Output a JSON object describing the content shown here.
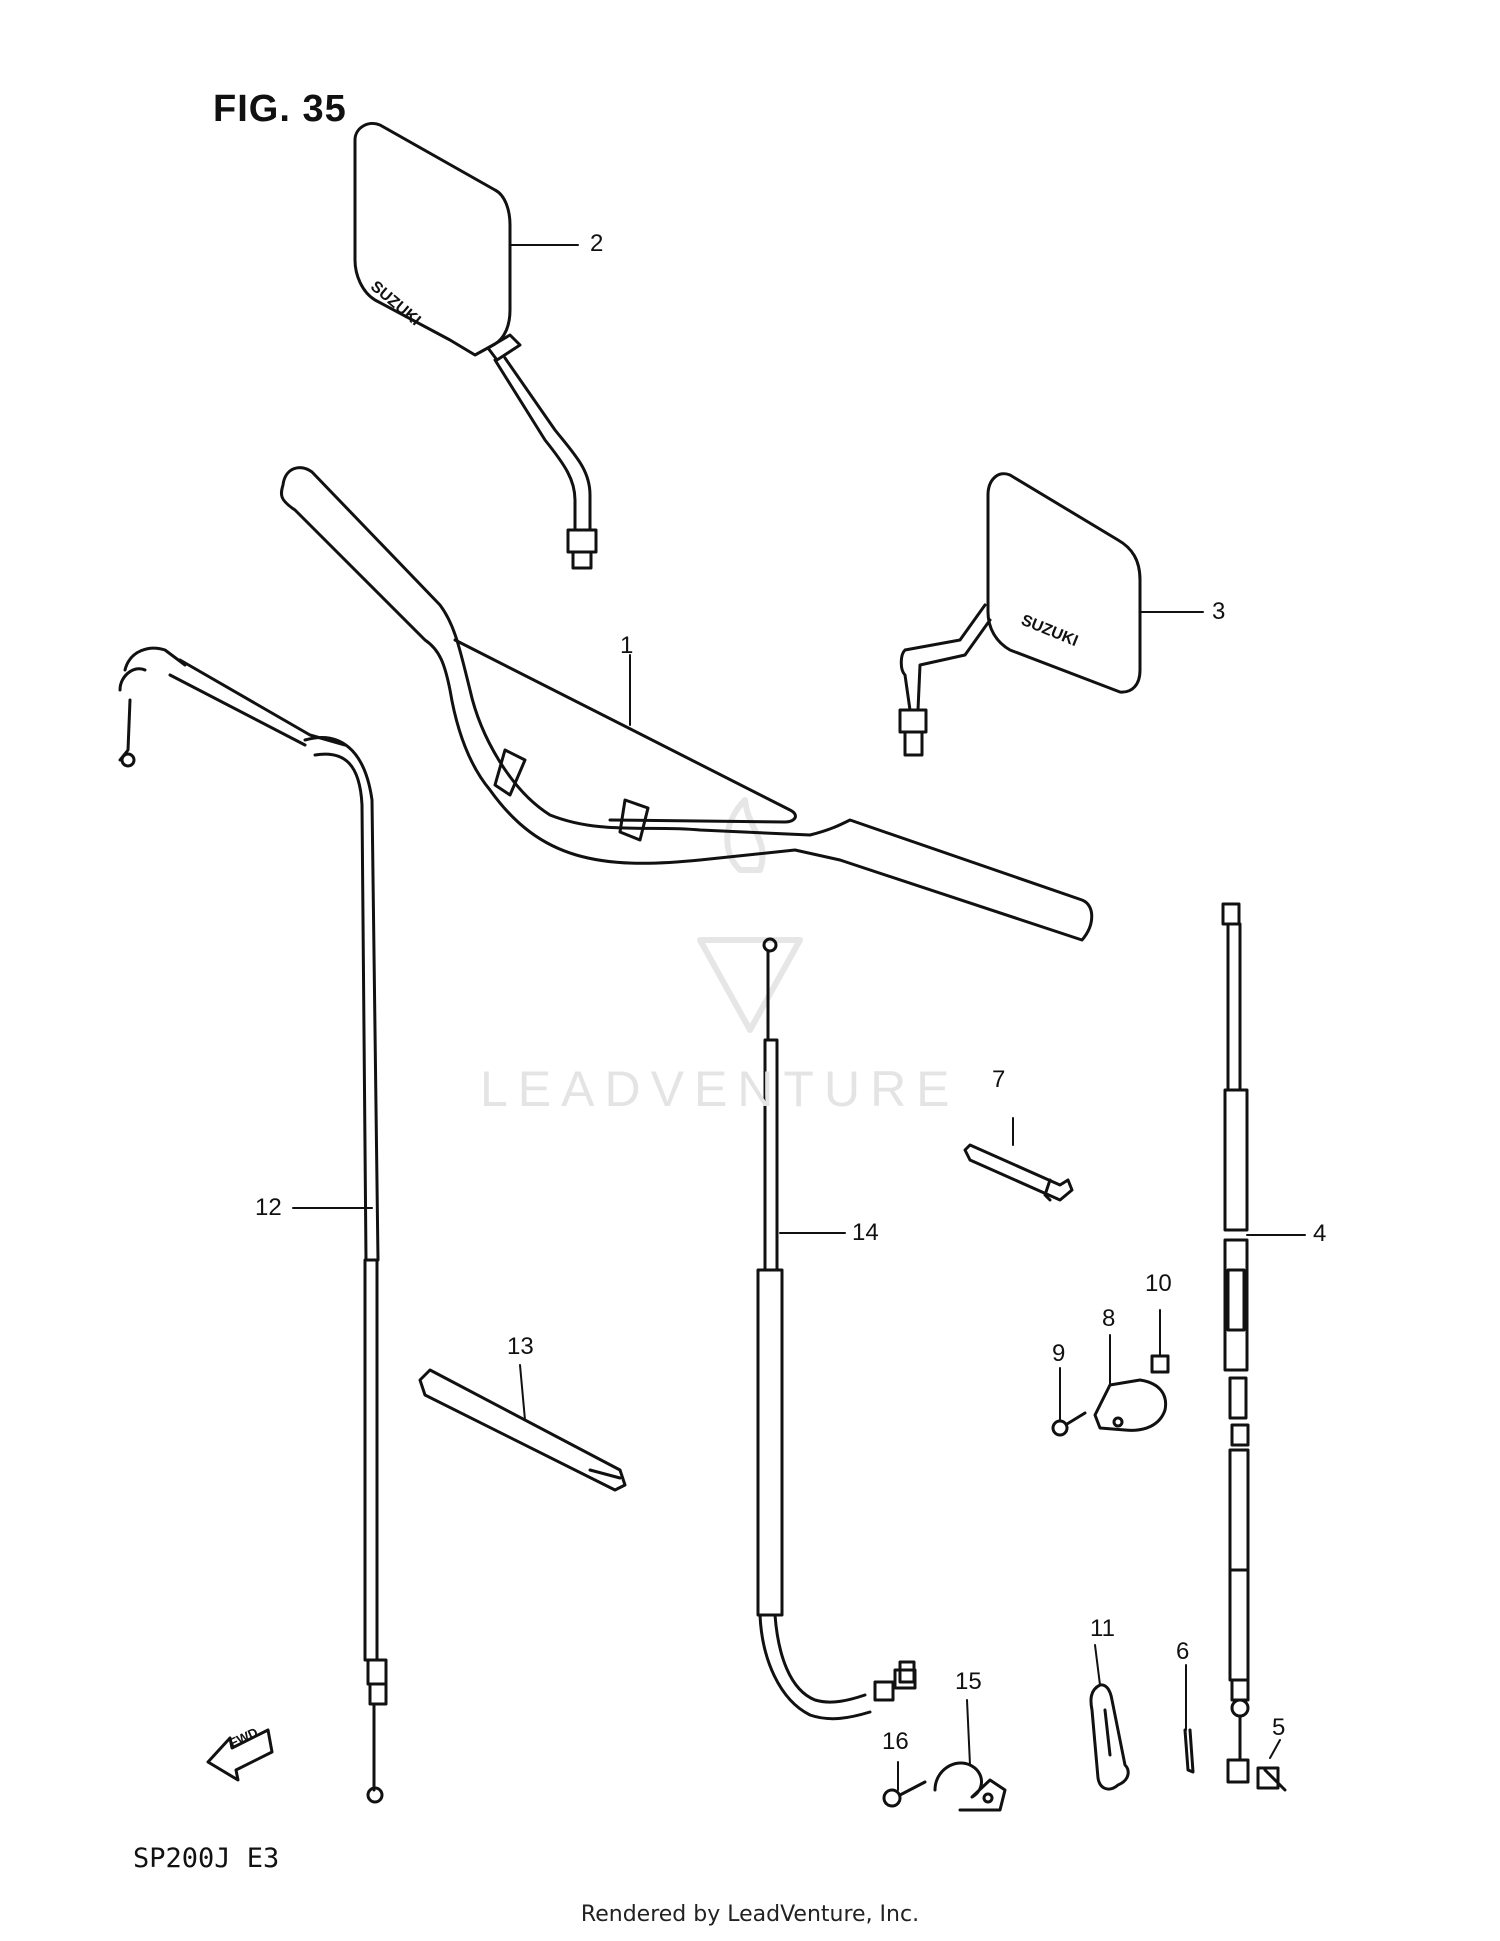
{
  "figure": {
    "title": "FIG. 35",
    "model_code": "SP200J  E3",
    "footer": "Rendered by LeadVenture, Inc.",
    "watermark": "LEADVENTURE",
    "mirror_brand": "SUZUKI",
    "fwd_label": "FWD"
  },
  "callouts": [
    "1",
    "2",
    "3",
    "4",
    "5",
    "6",
    "7",
    "8",
    "9",
    "10",
    "11",
    "12",
    "13",
    "14",
    "15",
    "16"
  ]
}
